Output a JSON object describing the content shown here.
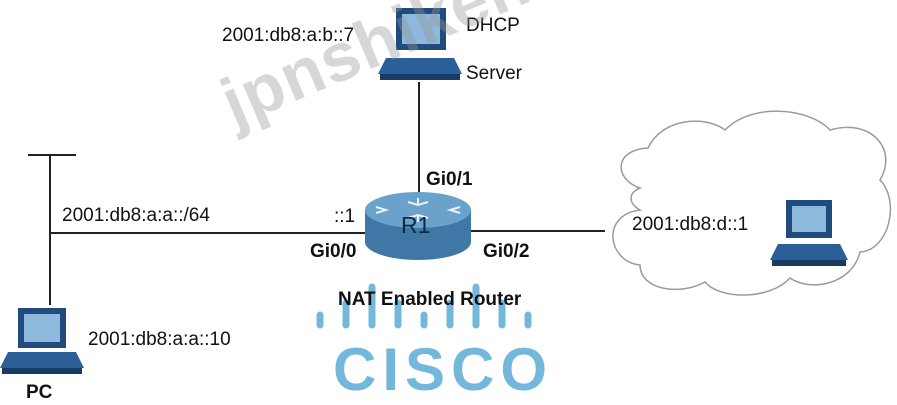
{
  "dhcp": {
    "address": "2001:db8:a:b::7",
    "line1": "DHCP",
    "line2": "Server"
  },
  "router": {
    "name": "R1",
    "caption": "NAT Enabled Router",
    "ifaces": {
      "gi00": "Gi0/0",
      "gi01": "Gi0/1",
      "gi02": "Gi0/2"
    },
    "gi00_addr": "::1"
  },
  "lan": {
    "subnet": "2001:db8:a:a::/64"
  },
  "pc": {
    "address": "2001:db8:a:a::10",
    "label": "PC"
  },
  "remote": {
    "address": "2001:db8:d::1"
  },
  "watermark": {
    "text": "jpnshiken.com",
    "brand": "CISCO"
  },
  "colors": {
    "router": "#4a86b4",
    "brand": "#007dbe",
    "monitor": "#2c5f97"
  }
}
